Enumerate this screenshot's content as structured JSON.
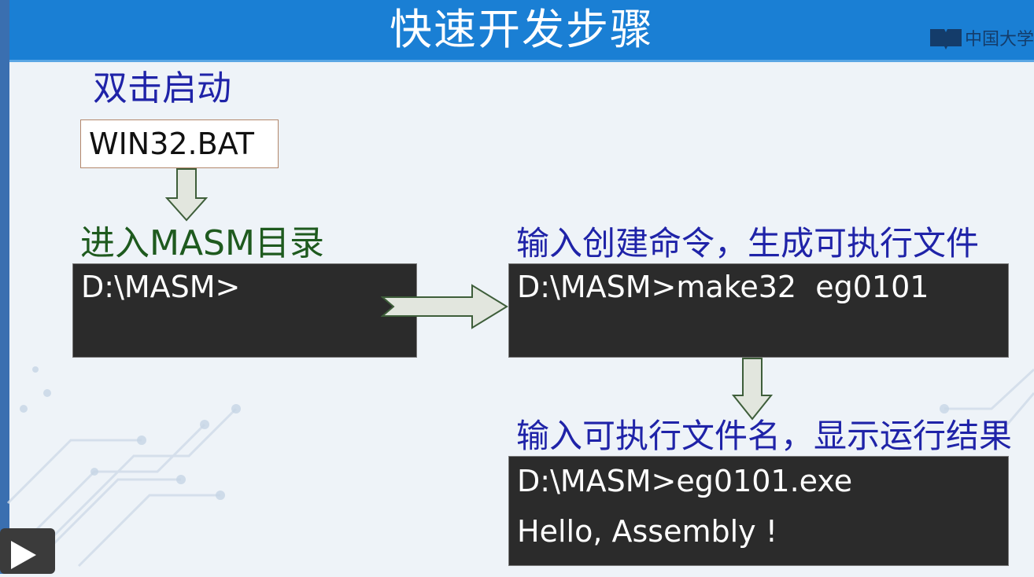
{
  "header": {
    "title": "快速开发步骤",
    "logo_text": "中国大学"
  },
  "step1": {
    "heading": "双击启动",
    "file_label": "WIN32.BAT"
  },
  "step2": {
    "heading": "进入MASM目录",
    "console_lines": [
      "D:\\MASM>"
    ]
  },
  "step3": {
    "heading": "输入创建命令，生成可执行文件",
    "console_lines": [
      "D:\\MASM>make32  eg0101"
    ]
  },
  "step4": {
    "heading": "输入可执行文件名，显示运行结果",
    "console_lines": [
      "D:\\MASM>eg0101.exe",
      "Hello, Assembly !"
    ]
  },
  "player": {
    "play_icon": "play-icon"
  },
  "colors": {
    "header": "#1a7fd4",
    "heading_blue": "#1f23a8",
    "heading_green": "#1e5a1e",
    "console_bg": "#2b2b2b",
    "arrow_fill": "#e2e6de",
    "arrow_stroke": "#3e5e3a"
  }
}
